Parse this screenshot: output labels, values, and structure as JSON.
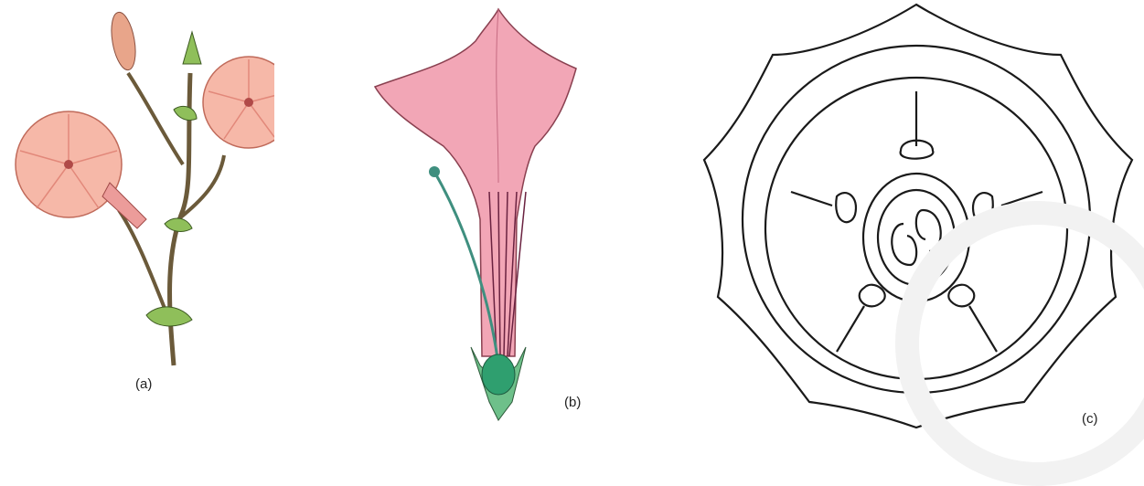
{
  "figure": {
    "panels": [
      {
        "id": "a",
        "label": "(a)",
        "content": "flowering-twig"
      },
      {
        "id": "b",
        "label": "(b)",
        "content": "flower-longitudinal-section"
      },
      {
        "id": "c",
        "label": "(c)",
        "content": "floral-diagram"
      }
    ]
  },
  "colors": {
    "petal": "#f6b8a8",
    "petal_dark": "#e2887a",
    "corolla": "#f2a6b6",
    "stem": "#6b5a3a",
    "leaf": "#8fbf5a",
    "pistil": "#3f8f7f",
    "outline": "#1a1a1a"
  },
  "icons": [
    "watermark-ring-icon"
  ]
}
